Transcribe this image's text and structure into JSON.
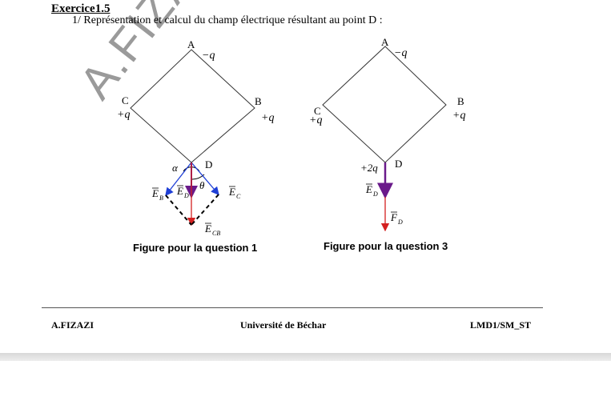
{
  "header": {
    "exercise_title": "Exercice1.5",
    "question_text": "1/ Représentation et calcul du champ électrique résultant au point D :"
  },
  "watermark": "A.FIZAZI",
  "figure1": {
    "caption": "Figure pour la question 1",
    "labels": {
      "A": "A",
      "A_charge": "−q",
      "B": "B",
      "B_charge": "+q",
      "C": "C",
      "C_charge": "+q",
      "D": "D",
      "alpha": "α",
      "theta": "θ",
      "EB": "E",
      "EB_sub": "B",
      "ED": "E",
      "ED_sub": "D",
      "EC": "E",
      "EC_sub": "C",
      "ECB": "E",
      "ECB_sub": "CB"
    }
  },
  "figure3": {
    "caption": "Figure pour la question 3",
    "labels": {
      "A": "A",
      "A_charge": "−q",
      "B": "B",
      "B_charge": "+q",
      "C": "C",
      "C_charge": "+q",
      "D": "D",
      "D_charge": "+2q",
      "ED": "E",
      "ED_sub": "D",
      "FD": "F",
      "FD_sub": "D"
    }
  },
  "footer": {
    "author": "A.FIZAZI",
    "university": "Université de Béchar",
    "course": "LMD1/SM_ST"
  },
  "colors": {
    "blue": "#1f3fd6",
    "red": "#d42020",
    "purple": "#6a1a8a"
  }
}
